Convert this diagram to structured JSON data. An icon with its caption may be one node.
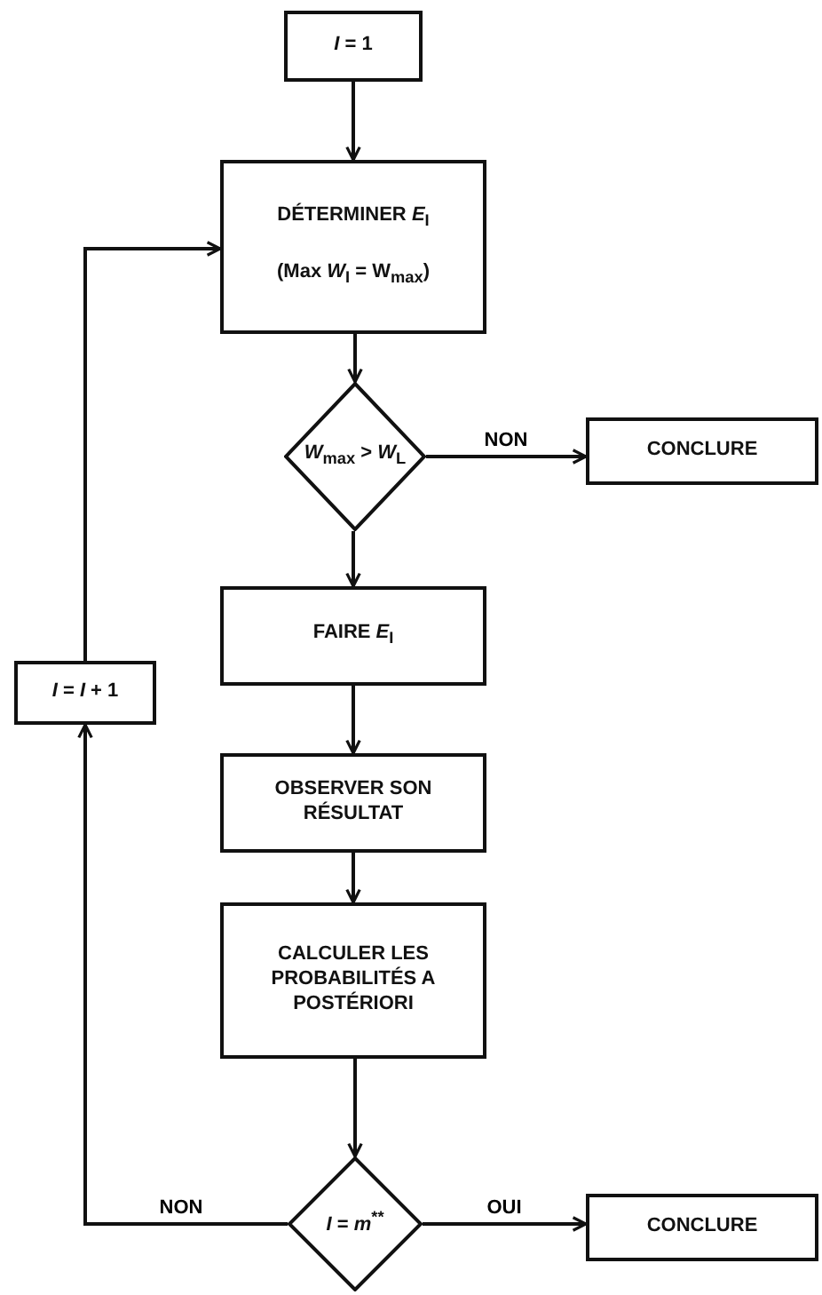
{
  "diagram": {
    "nodes": [
      {
        "text": [
          "*I* = 1"
        ]
      },
      {
        "text": [
          "DÉTERMINER *E*$_{I}$",
          "(Max *W*$_{I}$ = W$_{max}$)"
        ]
      },
      {
        "text": [
          "*W*$_{max}$ > *W*$_{L}$"
        ]
      },
      {
        "text": [
          "CONCLURE"
        ]
      },
      {
        "text": [
          "FAIRE *E*$_{I}$"
        ]
      },
      {
        "text": [
          "OBSERVER SON RÉSULTAT"
        ]
      },
      {
        "text": [
          "CALCULER LES PROBABILITÉS A POSTÉRIORI"
        ]
      },
      {
        "text": [
          "*I* = *m*$^{**}$"
        ]
      },
      {
        "text": [
          "CONCLURE"
        ]
      },
      {
        "text": [
          "*I* = *I* + 1"
        ]
      }
    ],
    "edges": [
      {
        "from": 0,
        "to": 1,
        "arrow": "to"
      },
      {
        "from": 1,
        "to": 2,
        "arrow": "to"
      },
      {
        "from": 2,
        "to": 3,
        "arrow": "to",
        "label": "NON"
      },
      {
        "from": 2,
        "to": 4,
        "arrow": "to"
      },
      {
        "from": 4,
        "to": 5,
        "arrow": "to"
      },
      {
        "from": 5,
        "to": 6,
        "arrow": "to"
      },
      {
        "from": 6,
        "to": 7,
        "arrow": "to"
      },
      {
        "from": 7,
        "to": 8,
        "arrow": "to",
        "label": "OUI"
      },
      {
        "from": 7,
        "to": 9,
        "arrow": "to",
        "label": "NON"
      },
      {
        "from": 9,
        "to": 1,
        "arrow": "to"
      }
    ]
  }
}
